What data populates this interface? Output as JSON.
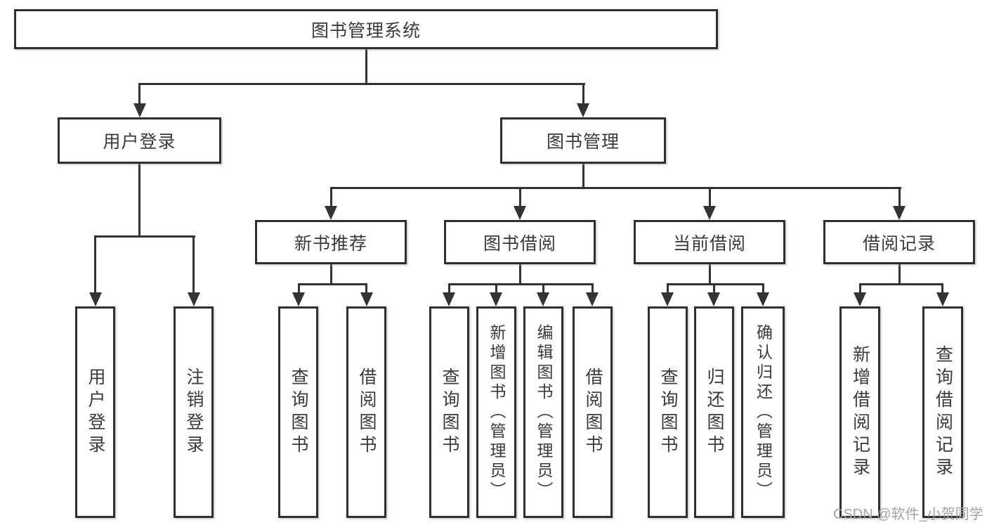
{
  "diagram": {
    "nodes": {
      "root": "图书管理系统",
      "user_login": "用户登录",
      "book_management": "图书管理",
      "new_book_recommend": "新书推荐",
      "book_borrow": "图书借阅",
      "current_borrow": "当前借阅",
      "borrow_records": "借阅记录",
      "leaves": {
        "user_login": "用户登录",
        "logout": "注销登录",
        "recommend_query_books": "查询图书",
        "recommend_borrow_books": "借阅图书",
        "borrow_query_books": "查询图书",
        "borrow_add_books_admin": "新增图书（管理员）",
        "borrow_edit_books_admin": "编辑图书（管理员）",
        "borrow_borrow_books": "借阅图书",
        "current_query_books": "查询图书",
        "current_return_books": "归还图书",
        "current_confirm_return_admin": "确认归还（管理员）",
        "records_add_record": "新增借阅记录",
        "records_query_record": "查询借阅记录"
      }
    },
    "watermark": "CSDN @软件_小贺同学",
    "colors": {
      "line": "#333333",
      "border": "#2f2f2f",
      "text": "#3a3a3a",
      "watermark": "#9e9e9e",
      "background": "#ffffff"
    }
  }
}
